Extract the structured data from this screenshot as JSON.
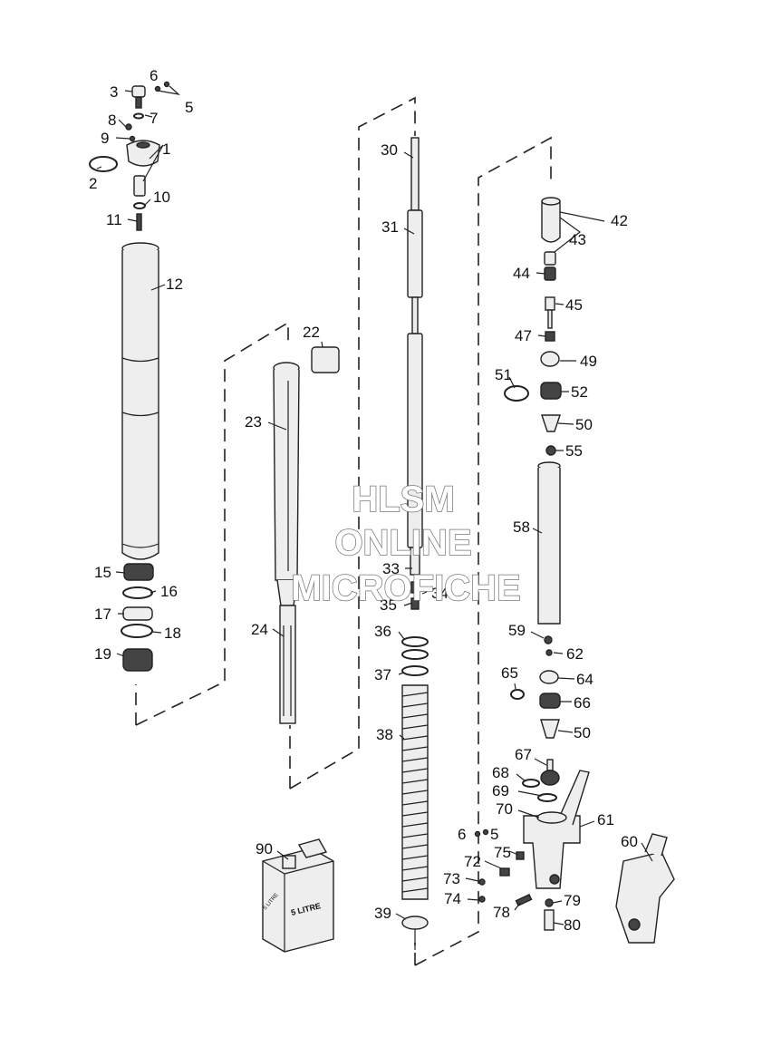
{
  "watermark": {
    "line1": "HLSM",
    "line2": "ONLINE",
    "line3": "MICROFICHE"
  },
  "container_text": {
    "a": "5 LITRE",
    "b": "5 LITRE"
  },
  "labels": {
    "p1": "1",
    "p2": "2",
    "p3": "3",
    "p5": "5",
    "p6": "6",
    "p7": "7",
    "p8": "8",
    "p9": "9",
    "p10": "10",
    "p11": "11",
    "p12": "12",
    "p15": "15",
    "p16": "16",
    "p17": "17",
    "p18": "18",
    "p19": "19",
    "p22": "22",
    "p23": "23",
    "p24": "24",
    "p30": "30",
    "p31": "31",
    "p33": "33",
    "p34": "34",
    "p35": "35",
    "p36": "36",
    "p37": "37",
    "p38": "38",
    "p39": "39",
    "p42": "42",
    "p43": "43",
    "p44": "44",
    "p45": "45",
    "p47": "47",
    "p49": "49",
    "p50a": "50",
    "p50b": "50",
    "p51": "51",
    "p52": "52",
    "p55": "55",
    "p58": "58",
    "p59": "59",
    "p60": "60",
    "p61": "61",
    "p62": "62",
    "p64": "64",
    "p65": "65",
    "p66": "66",
    "p67": "67",
    "p68": "68",
    "p69": "69",
    "p70": "70",
    "p72": "72",
    "p73": "73",
    "p74": "74",
    "p75": "75",
    "p78": "78",
    "p79": "79",
    "p80": "80",
    "p90": "90",
    "p6b": "6",
    "p5b": "5"
  }
}
